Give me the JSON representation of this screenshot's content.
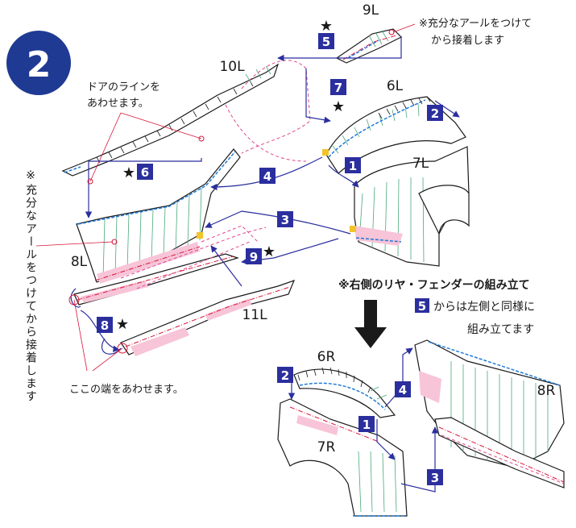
{
  "step_number": "2",
  "part_labels": {
    "p9L": "9L",
    "p10L": "10L",
    "p6L": "6L",
    "p7L": "7L",
    "p8L": "8L",
    "p11L": "11L",
    "p6R": "6R",
    "p7R": "7R",
    "p8R": "8R"
  },
  "badges": {
    "b1L": "1",
    "b2L": "2",
    "b3L": "3",
    "b4L": "4",
    "b5L": "5",
    "b6L": "6",
    "b7L": "7",
    "b8L": "8",
    "b9L": "9",
    "b1R": "1",
    "b2R": "2",
    "b3R": "3",
    "b4R": "4"
  },
  "star": "★",
  "notes": {
    "bend_curve_line1": "※充分なアールをつけて",
    "bend_curve_line2": "から接着します",
    "door_line_1": "ドアのラインを",
    "door_line_2": "あわせます。",
    "vertical_note": "※充分なアールをつけてから接着します",
    "edge_align": "ここの端をあわせます。",
    "right_side_title": "※右側のリヤ・フェンダーの組み立て",
    "right_side_line1_badge": "5",
    "right_side_line1": "からは左側と同様に",
    "right_side_line2": "組み立てます"
  },
  "colors": {
    "step_circle": "#1f3a93",
    "badge": "#2b2f9e",
    "arrow": "#2b2f9e",
    "rib": "#4aa87a",
    "guide_blue": "#1f7bd8",
    "guide_red": "#d9163a",
    "guide_pink": "#e0488f"
  }
}
